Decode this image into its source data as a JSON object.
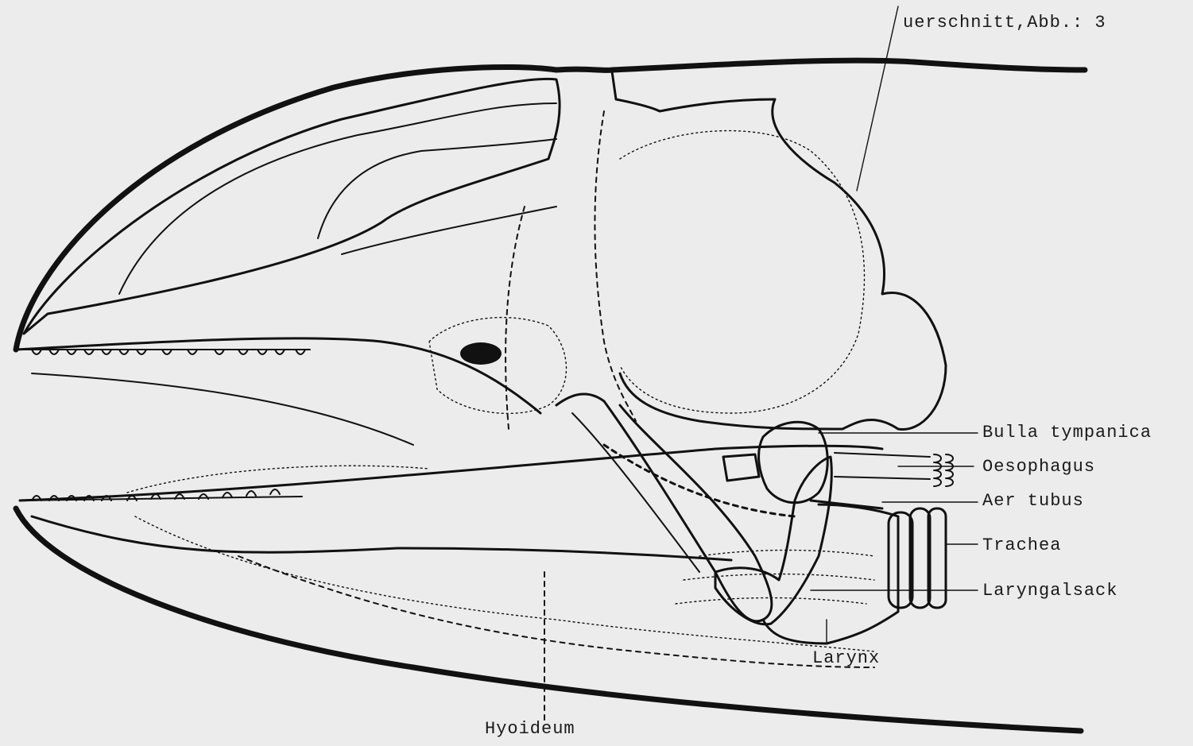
{
  "figure": {
    "caption": "uerschnitt,Abb.: 3"
  },
  "labels": {
    "bulla": "Bulla tympanica",
    "oesophagus": "Oesophagus",
    "aer": "Aer tubus",
    "trachea": "Trachea",
    "laryngalsack": "Laryngalsack",
    "larynx": "Larynx",
    "hyoideum": "Hyoideum"
  },
  "colors": {
    "paper": "#ececec",
    "ink": "#111111"
  }
}
